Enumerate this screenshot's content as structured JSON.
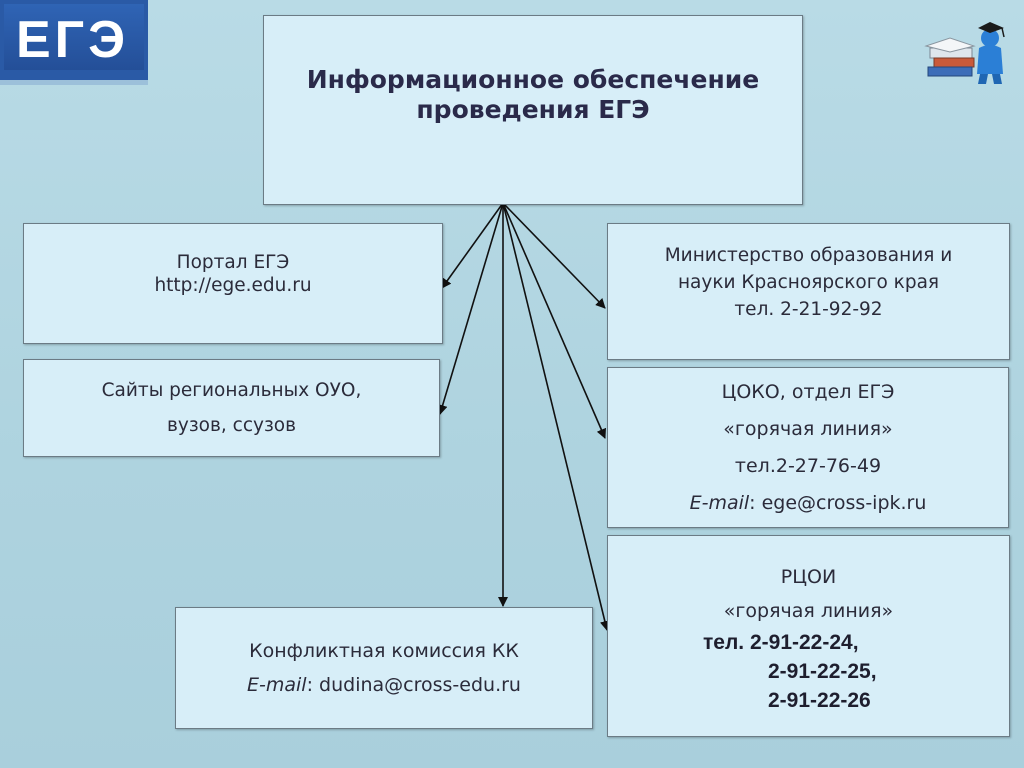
{
  "logo": {
    "text": "ЕГЭ"
  },
  "title": {
    "line1": "Информационное обеспечение",
    "line2": "проведения ЕГЭ"
  },
  "portal": {
    "line1": "Портал ЕГЭ",
    "line2": "http://ege.edu.ru"
  },
  "regional_sites": {
    "line1": "Сайты региональных ОУО,",
    "line2": "вузов, ссузов"
  },
  "ministry": {
    "line1": "Министерство образования и",
    "line2": "науки Красноярского края",
    "line3": "тел. 2-21-92-92"
  },
  "coko": {
    "line1": "ЦОКО, отдел ЕГЭ",
    "line2": "«горячая линия»",
    "line3": "тел.2-27-76-49",
    "email_label": "E-mail",
    "email_value": ": ege@cross-ipk.ru"
  },
  "rcoi": {
    "line1": "РЦОИ",
    "line2": "«горячая линия»",
    "phone1": "тел. 2-91-22-24,",
    "phone2": "2-91-22-25,",
    "phone3": "2-91-22-26"
  },
  "conflict": {
    "line1": "Конфликтная комиссия КК",
    "email_label": "E-mail",
    "email_value": ": dudina@cross-edu.ru"
  },
  "colors": {
    "background": "#b0d4e0",
    "box_fill": "#d7eef8",
    "logo_blue": "#2a5aa6"
  },
  "icons": {
    "mascot": "graduate-with-books-icon"
  }
}
